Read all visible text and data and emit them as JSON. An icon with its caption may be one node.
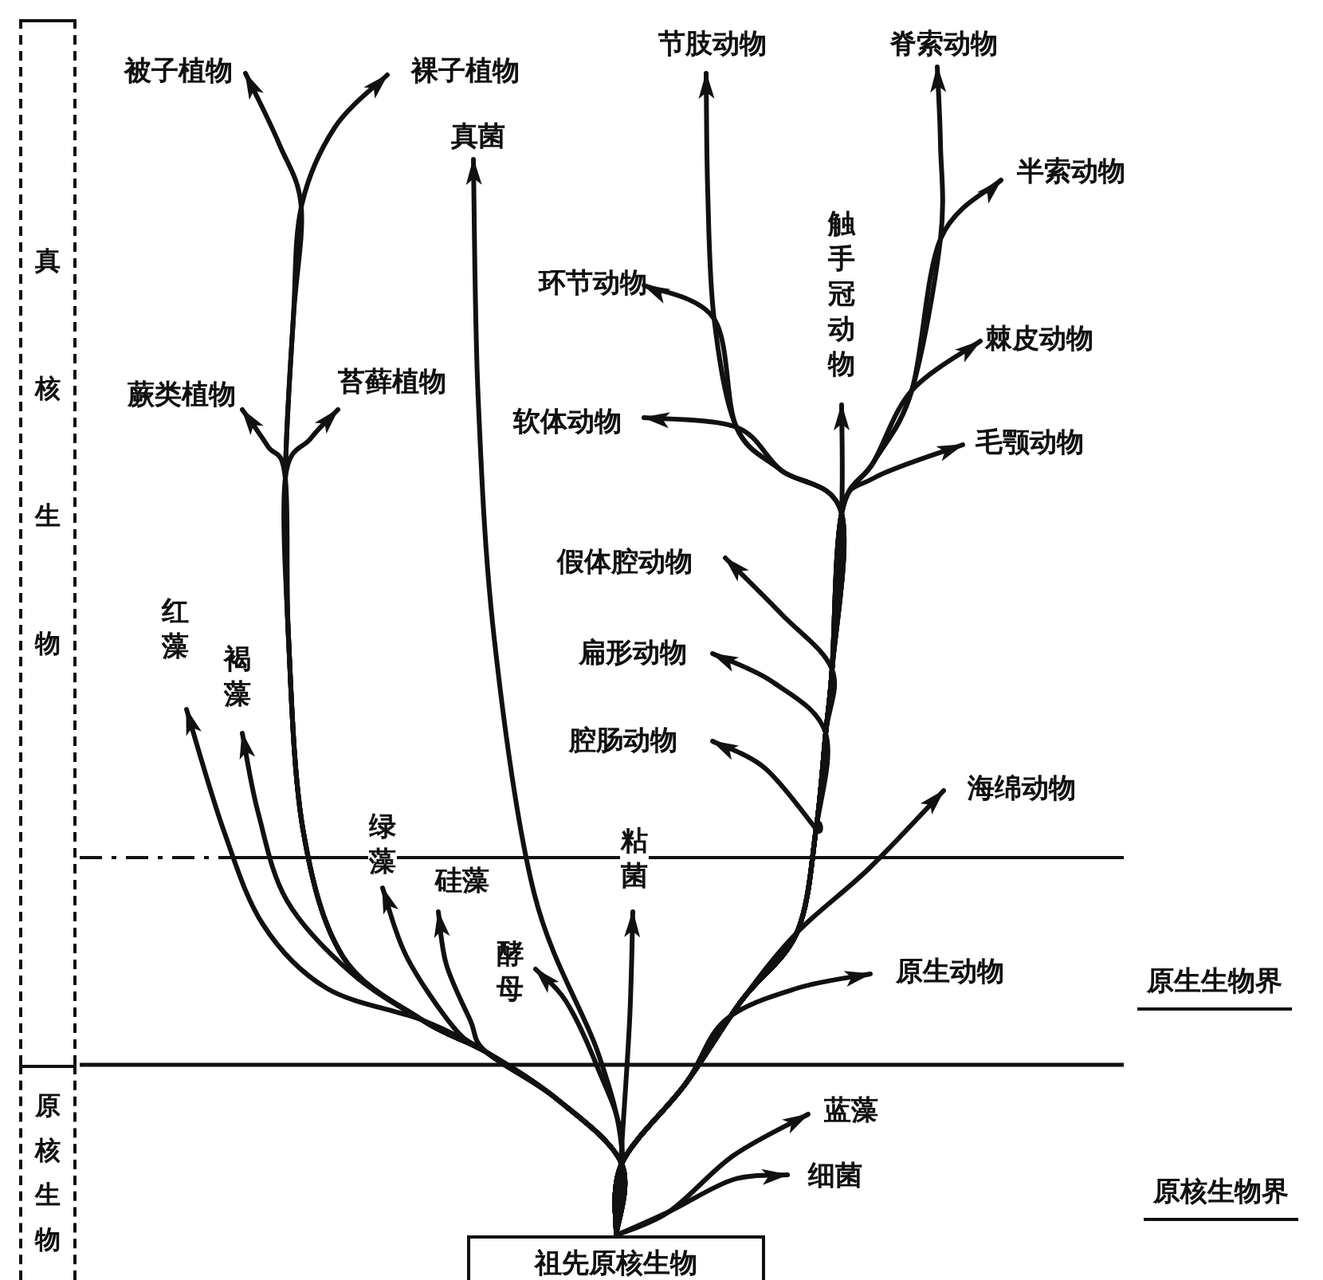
{
  "diagram": {
    "nodes": [
      {
        "text": [
          "真核生物"
        ]
      },
      {
        "text": [
          "原核生物"
        ]
      },
      {
        "text": [
          "祖先原核生物"
        ]
      },
      {
        "text": [
          "被子植物"
        ]
      },
      {
        "text": [
          "裸子植物"
        ]
      },
      {
        "text": [
          "真菌"
        ]
      },
      {
        "text": [
          "节肢动物"
        ]
      },
      {
        "text": [
          "脊索动物"
        ]
      },
      {
        "text": [
          "半索动物"
        ]
      },
      {
        "text": [
          "环节动物"
        ]
      },
      {
        "text": [
          "触手冠动物"
        ]
      },
      {
        "text": [
          "棘皮动物"
        ]
      },
      {
        "text": [
          "蕨类植物"
        ]
      },
      {
        "text": [
          "苔藓植物"
        ]
      },
      {
        "text": [
          "软体动物"
        ]
      },
      {
        "text": [
          "毛颚动物"
        ]
      },
      {
        "text": [
          "假体腔动物"
        ]
      },
      {
        "text": [
          "扁形动物"
        ]
      },
      {
        "text": [
          "腔肠动物"
        ]
      },
      {
        "text": [
          "海绵动物"
        ]
      },
      {
        "text": [
          "红藻"
        ]
      },
      {
        "text": [
          "褐藻"
        ]
      },
      {
        "text": [
          "绿藻"
        ]
      },
      {
        "text": [
          "硅藻"
        ]
      },
      {
        "text": [
          "粘菌"
        ]
      },
      {
        "text": [
          "酵母"
        ]
      },
      {
        "text": [
          "原生动物"
        ]
      },
      {
        "text": [
          "蓝藻"
        ]
      },
      {
        "text": [
          "细菌"
        ]
      }
    ],
    "edges": [
      {
        "from": 2,
        "to": 3,
        "arrow": "to"
      },
      {
        "from": 2,
        "to": 4,
        "arrow": "to"
      },
      {
        "from": 2,
        "to": 5,
        "arrow": "to"
      },
      {
        "from": 2,
        "to": 6,
        "arrow": "to"
      },
      {
        "from": 2,
        "to": 7,
        "arrow": "to"
      },
      {
        "from": 2,
        "to": 8,
        "arrow": "to"
      },
      {
        "from": 2,
        "to": 9,
        "arrow": "to"
      },
      {
        "from": 2,
        "to": 10,
        "arrow": "to"
      },
      {
        "from": 2,
        "to": 11,
        "arrow": "to"
      },
      {
        "from": 2,
        "to": 12,
        "arrow": "to"
      },
      {
        "from": 2,
        "to": 13,
        "arrow": "to"
      },
      {
        "from": 2,
        "to": 14,
        "arrow": "to"
      },
      {
        "from": 2,
        "to": 15,
        "arrow": "to"
      },
      {
        "from": 2,
        "to": 16,
        "arrow": "to"
      },
      {
        "from": 2,
        "to": 17,
        "arrow": "to"
      },
      {
        "from": 2,
        "to": 18,
        "arrow": "to"
      },
      {
        "from": 2,
        "to": 19,
        "arrow": "to"
      },
      {
        "from": 2,
        "to": 20,
        "arrow": "to"
      },
      {
        "from": 2,
        "to": 21,
        "arrow": "to"
      },
      {
        "from": 2,
        "to": 22,
        "arrow": "to"
      },
      {
        "from": 2,
        "to": 23,
        "arrow": "to"
      },
      {
        "from": 2,
        "to": 24,
        "arrow": "to"
      },
      {
        "from": 2,
        "to": 25,
        "arrow": "to"
      },
      {
        "from": 2,
        "to": 26,
        "arrow": "to"
      },
      {
        "from": 2,
        "to": 27,
        "arrow": "to"
      },
      {
        "from": 2,
        "to": 28,
        "arrow": "to"
      }
    ],
    "labels": [
      "原生生物界",
      "原核生物界"
    ]
  }
}
